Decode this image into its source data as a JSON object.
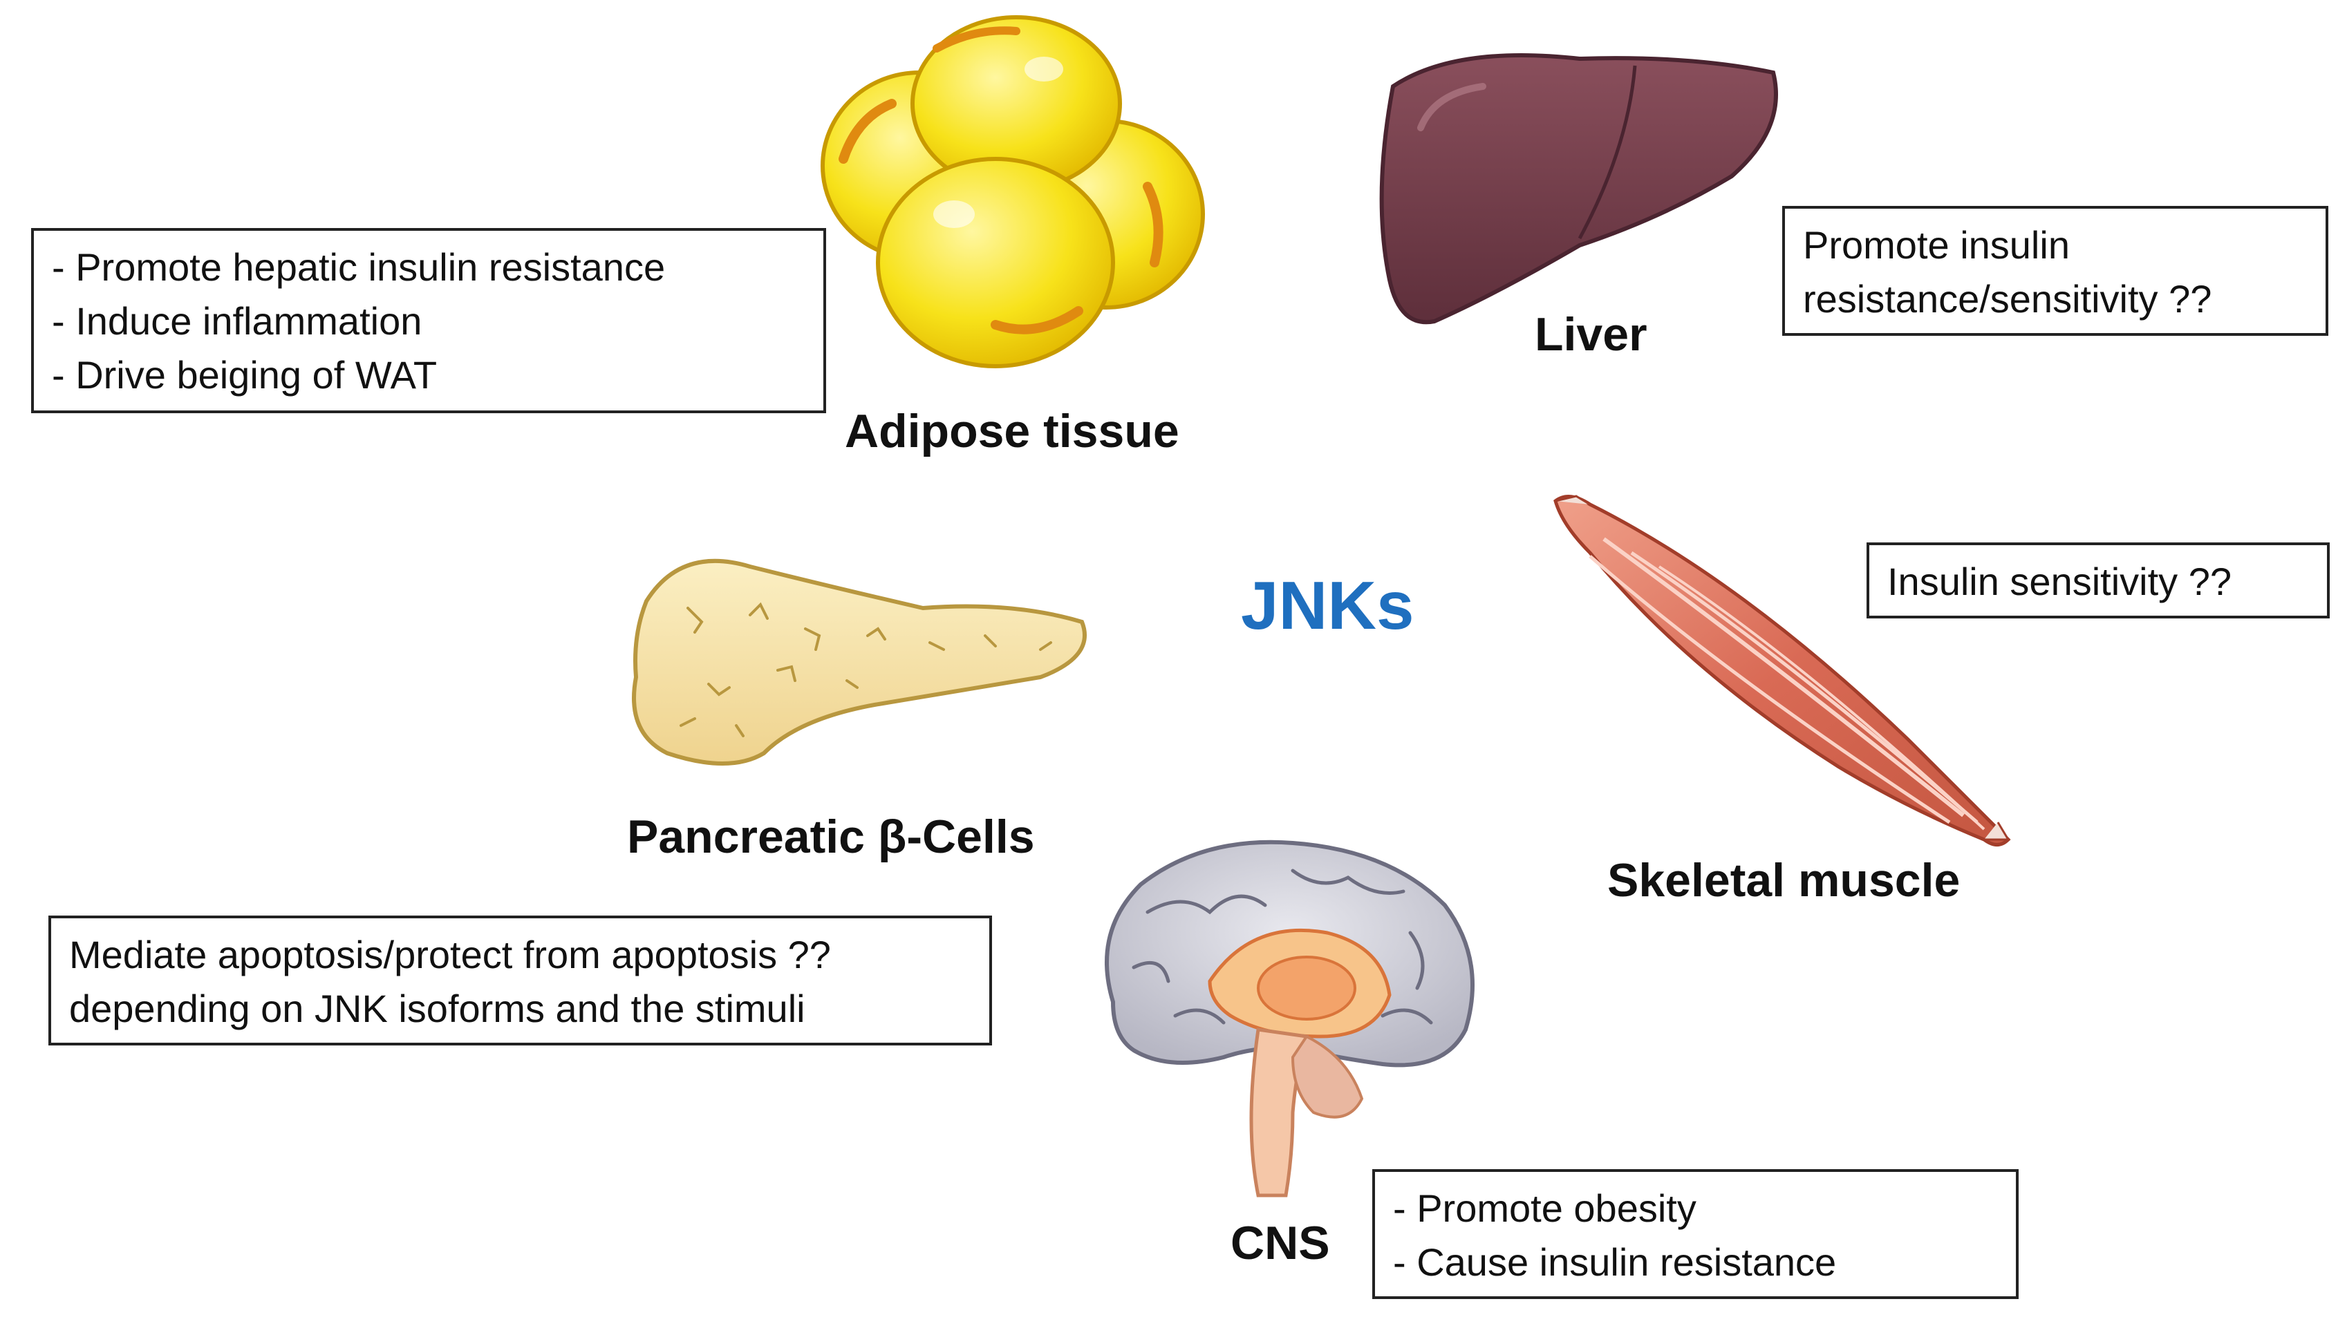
{
  "center_label": "JNKs",
  "colors": {
    "center": "#1f6fbf"
  },
  "organs": {
    "adipose": {
      "label": "Adipose tissue",
      "icon": "adipose-cells-icon",
      "notes": [
        "- Promote hepatic insulin resistance",
        "- Induce inflammation",
        "- Drive beiging of WAT"
      ]
    },
    "liver": {
      "label": "Liver",
      "icon": "liver-icon",
      "notes": [
        "Promote insulin",
        "resistance/sensitivity ??"
      ]
    },
    "muscle": {
      "label": "Skeletal muscle",
      "icon": "muscle-icon",
      "notes": [
        "Insulin sensitivity ??"
      ]
    },
    "pancreas": {
      "label": "Pancreatic β-Cells",
      "icon": "pancreas-icon",
      "notes": [
        "Mediate apoptosis/protect from apoptosis ??",
        "depending on JNK isoforms and the stimuli"
      ]
    },
    "cns": {
      "label": "CNS",
      "icon": "brain-icon",
      "notes": [
        "- Promote obesity",
        "- Cause insulin resistance"
      ]
    }
  }
}
